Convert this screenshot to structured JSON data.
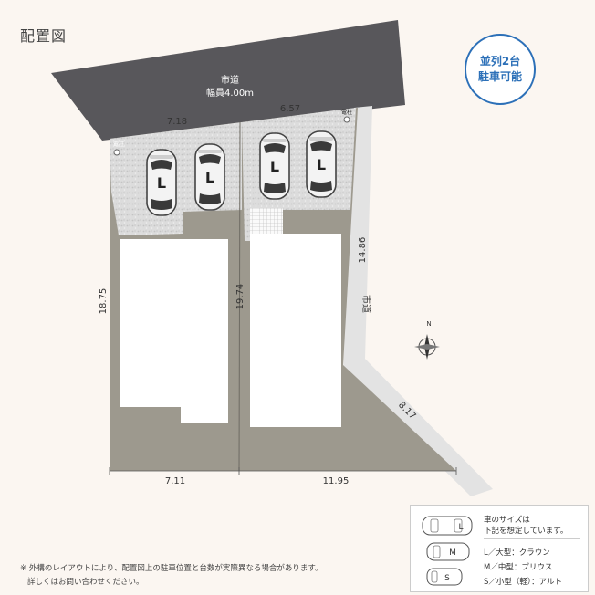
{
  "title": "配置図",
  "badge": {
    "line1": "並列2台",
    "line2": "駐車可能"
  },
  "road_top": {
    "name": "市道",
    "width": "幅員4.00m"
  },
  "road_right": {
    "name": "市道"
  },
  "pole_left": "電柱",
  "pole_right": "電柱",
  "dimensions": {
    "top_left": "7.18",
    "top_right": "6.57",
    "left_depth": "18.75",
    "center_depth": "19.74",
    "right_side": "14.86",
    "diagonal": "8.17",
    "bottom_left": "7.11",
    "bottom_right": "11.95"
  },
  "parking_labels": [
    "L",
    "L",
    "L",
    "L"
  ],
  "compass": "N",
  "legend": {
    "heading1": "車のサイズは",
    "heading2": "下記を想定しています。",
    "items": [
      {
        "icon": "L",
        "text": "L／大型：クラウン"
      },
      {
        "icon": "M",
        "text": "M／中型：プリウス"
      },
      {
        "icon": "S",
        "text": "S／小型（軽）：アルト"
      }
    ]
  },
  "notes": [
    "※ 外構のレイアウトにより、配置図上の駐車位置と台数が実際異なる場合があります。",
    "詳しくはお問い合わせください。"
  ],
  "colors": {
    "road": "#58575b",
    "lot": "#9d998e",
    "gravel": "#dedede",
    "building": "#ffffff",
    "sidewalk": "#e3e3e3",
    "badge": "#2c70b8"
  }
}
